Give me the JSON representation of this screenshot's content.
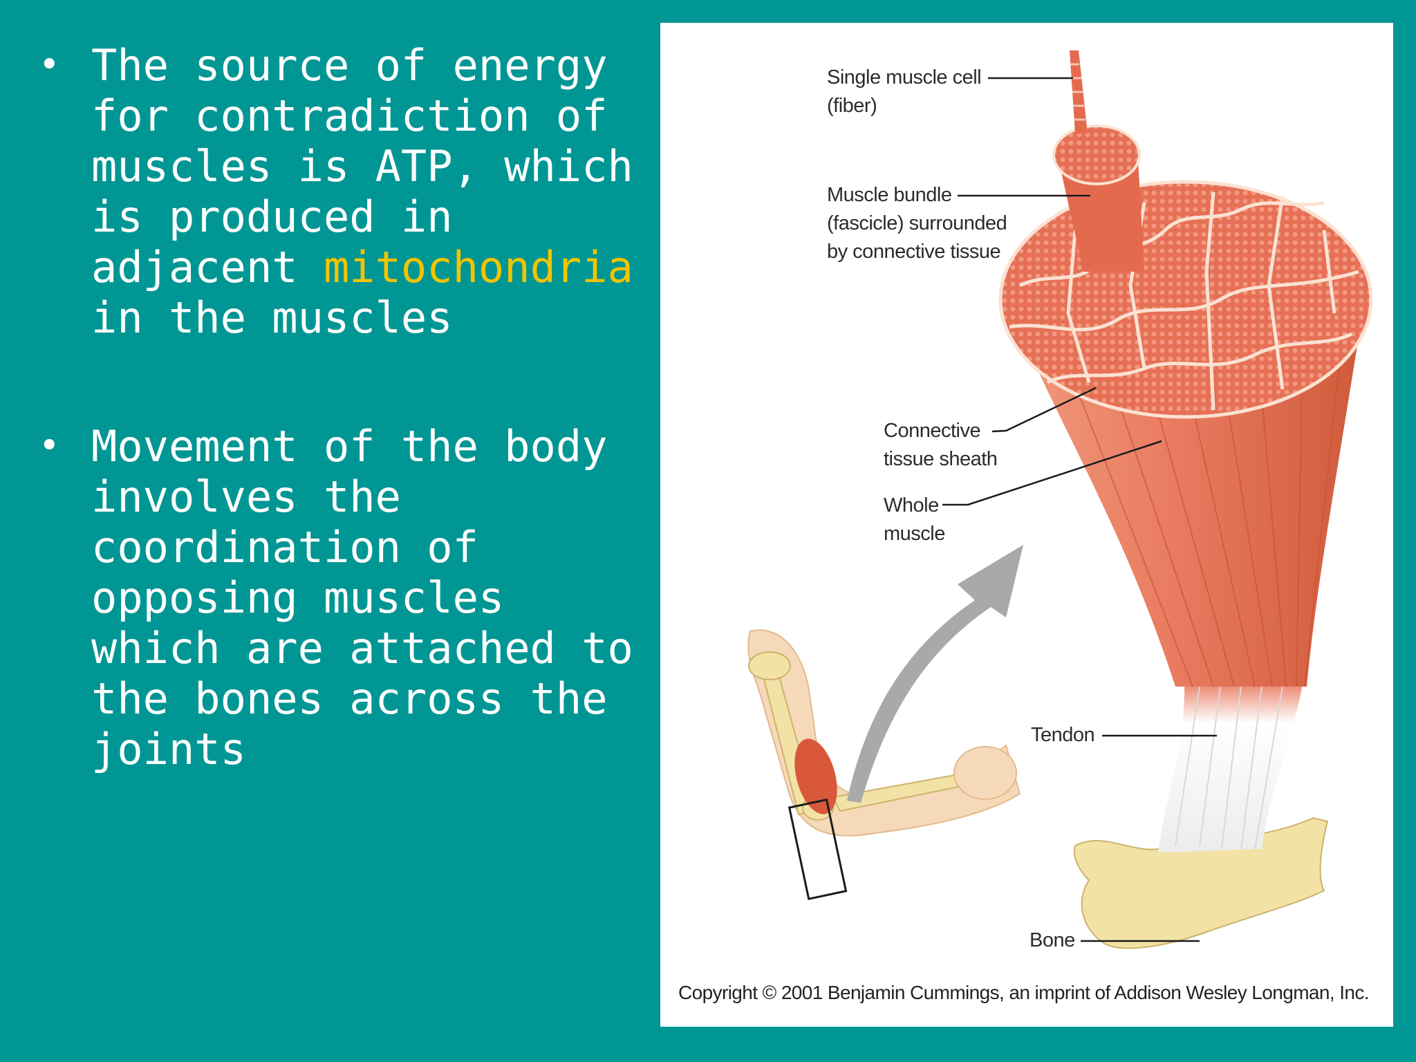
{
  "slide": {
    "bullets": [
      {
        "before": "The source of energy for contradiction of muscles is ATP, which is produced in adjacent ",
        "highlight": "mitochondria",
        "after": " in the muscles"
      },
      {
        "before": "Movement of the body involves the coordination of opposing muscles which are attached to the bones across the joints",
        "highlight": "",
        "after": ""
      }
    ],
    "bullet_symbol": "•",
    "highlight_color": "#f2c400",
    "background_color": "#009694"
  },
  "figure": {
    "labels": {
      "fiber_line1": "Single muscle cell",
      "fiber_line2": "(fiber)",
      "bundle_line1": "Muscle bundle",
      "bundle_line2": "(fascicle) surrounded",
      "bundle_line3": "by connective tissue",
      "sheath_line1": "Connective",
      "sheath_line2": "tissue sheath",
      "whole_line1": "Whole",
      "whole_line2": "muscle",
      "tendon": "Tendon",
      "bone": "Bone"
    },
    "copyright": "Copyright © 2001 Benjamin Cummings, an imprint of Addison Wesley Longman, Inc.",
    "colors": {
      "muscle": "#e8795e",
      "muscle_dark": "#c9502f",
      "tendon": "#f4f4f4",
      "bone": "#f3e2a6",
      "arrow": "#a9a9a9",
      "skin": "#f6d9b9"
    }
  }
}
